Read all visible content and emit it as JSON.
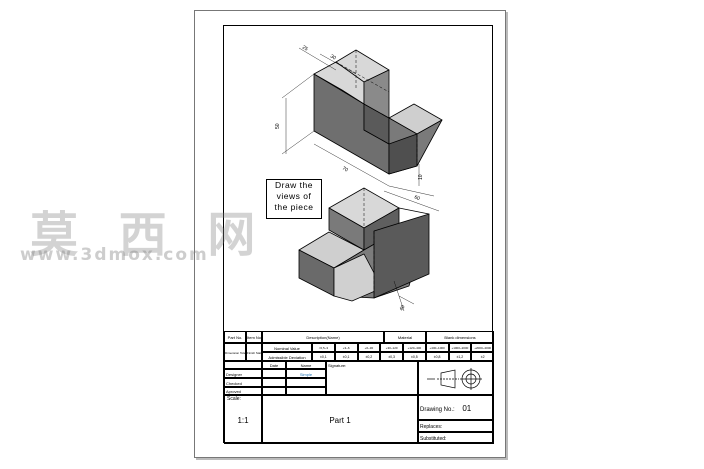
{
  "note": {
    "line1": "Draw the",
    "line2": "views of",
    "line3": "the piece"
  },
  "dims": {
    "d25": "25",
    "d30": "30",
    "d50": "50",
    "d70": "70",
    "d60": "60",
    "d40": "40",
    "d10": "10"
  },
  "title_block": {
    "row1": {
      "partno": "Part No.",
      "item_no": "Item No.",
      "description": "Description(Name)",
      "material": "Material",
      "blank": "Blank dimensions"
    },
    "row2": {
      "gen_tol": "Dimension Tolerance (mm)",
      "surf": "Finish State",
      "nominal": "Nominal Value",
      "admissible": "Admissible Deviation",
      "ranges": [
        "<0,5~3",
        "+3~6",
        "+6~30",
        "+30~120",
        "+120~400",
        "+400~1000",
        "+1000~2000",
        "+2000~4000"
      ],
      "devs": [
        "±0,1",
        "±0,1",
        "±0,2",
        "±0,3",
        "±0,5",
        "±0,8",
        "±1,2",
        "±2"
      ]
    },
    "people": {
      "date": "Date",
      "name": "Name",
      "signature": "Signature:",
      "designer": "Designer",
      "checked": "Checked",
      "aproved": "Aproved",
      "designer_name": "Simple"
    },
    "scale_label": "Scale:",
    "scale_value": "1:1",
    "part_name": "Part 1",
    "drawing_no_label": "Drawing No.:",
    "drawing_no_value": "01",
    "replaces": "Replaces:",
    "substituted": "Substituted:"
  },
  "watermark": {
    "cn": "莫 西 网",
    "url": "www.3dmox.com"
  }
}
